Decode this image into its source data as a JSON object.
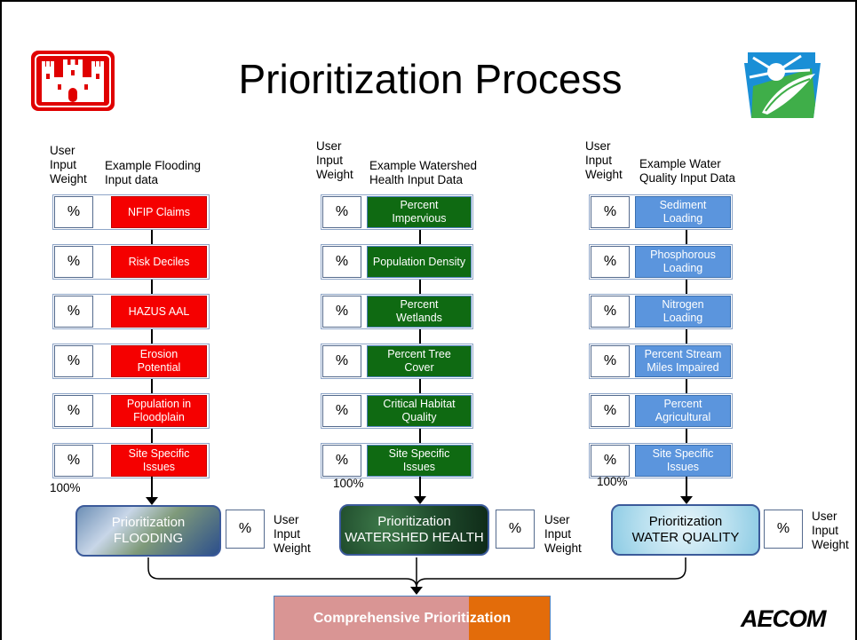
{
  "slide": {
    "title": "Prioritization Process",
    "logo_right_text": "AECOM"
  },
  "flooding": {
    "header_weight": "User\nInput\nWeight",
    "header_data": "Example Flooding\nInput data",
    "items": [
      "NFIP Claims",
      "Risk Deciles",
      "HAZUS AAL",
      "Erosion\nPotential",
      "Population in\nFloodplain",
      "Site Specific\nIssues"
    ],
    "pct": "%",
    "total": "100%",
    "prio_line1": "Prioritization",
    "prio_line2": "FLOODING",
    "weight_pct": "%",
    "weight_label": "User\nInput\nWeight"
  },
  "watershed": {
    "header_weight": "User\nInput\nWeight",
    "header_data": "Example Watershed\nHealth Input Data",
    "items": [
      "Percent\nImpervious",
      "Population Density",
      "Percent\nWetlands",
      "Percent Tree\nCover",
      "Critical Habitat\nQuality",
      "Site Specific\nIssues"
    ],
    "pct": "%",
    "total": "100%",
    "prio_line1": "Prioritization",
    "prio_line2": "WATERSHED HEALTH",
    "weight_pct": "%",
    "weight_label": "User\nInput\nWeight"
  },
  "water_quality": {
    "header_weight": "User\nInput\nWeight",
    "header_data": "Example Water\nQuality Input Data",
    "items": [
      "Sediment\nLoading",
      "Phosphorous\nLoading",
      "Nitrogen\nLoading",
      "Percent Stream\nMiles Impaired",
      "Percent\nAgricultural",
      "Site Specific\nIssues"
    ],
    "pct": "%",
    "total": "100%",
    "prio_line1": "Prioritization",
    "prio_line2": "WATER QUALITY",
    "weight_pct": "%",
    "weight_label": "User\nInput\nWeight"
  },
  "comprehensive": {
    "label": "Comprehensive Prioritization"
  },
  "colors": {
    "flooding": "#f50000",
    "watershed": "#0f6a12",
    "water_quality": "#5b95dd",
    "comprehensive_left": "#d99594",
    "comprehensive_right": "#e36c0a"
  }
}
